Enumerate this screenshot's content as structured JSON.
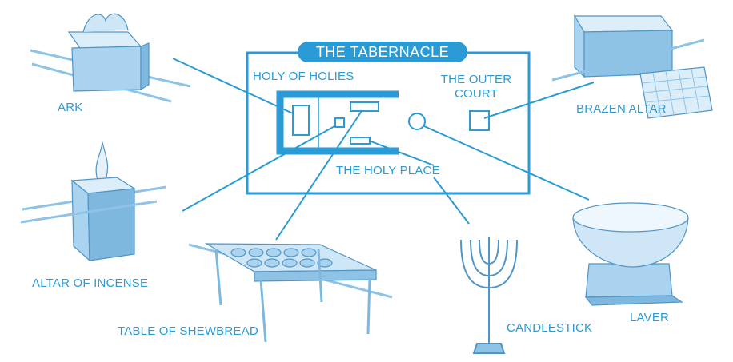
{
  "title": "THE TABERNACLE",
  "labels": {
    "holy_of_holies": "HOLY OF HOLIES",
    "outer_court_line1": "THE OUTER",
    "outer_court_line2": "COURT",
    "holy_place": "THE HOLY PLACE",
    "ark": "ARK",
    "brazen_altar": "BRAZEN ALTAR",
    "altar_of_incense": "ALTAR OF INCENSE",
    "table_of_shewbread": "TABLE OF SHEWBREAD",
    "candlestick": "CANDLESTICK",
    "laver": "LAVER"
  },
  "colors": {
    "accent": "#2a9bd4",
    "illustration": "#8fc3e6",
    "illustration_dark": "#4f95c7"
  }
}
